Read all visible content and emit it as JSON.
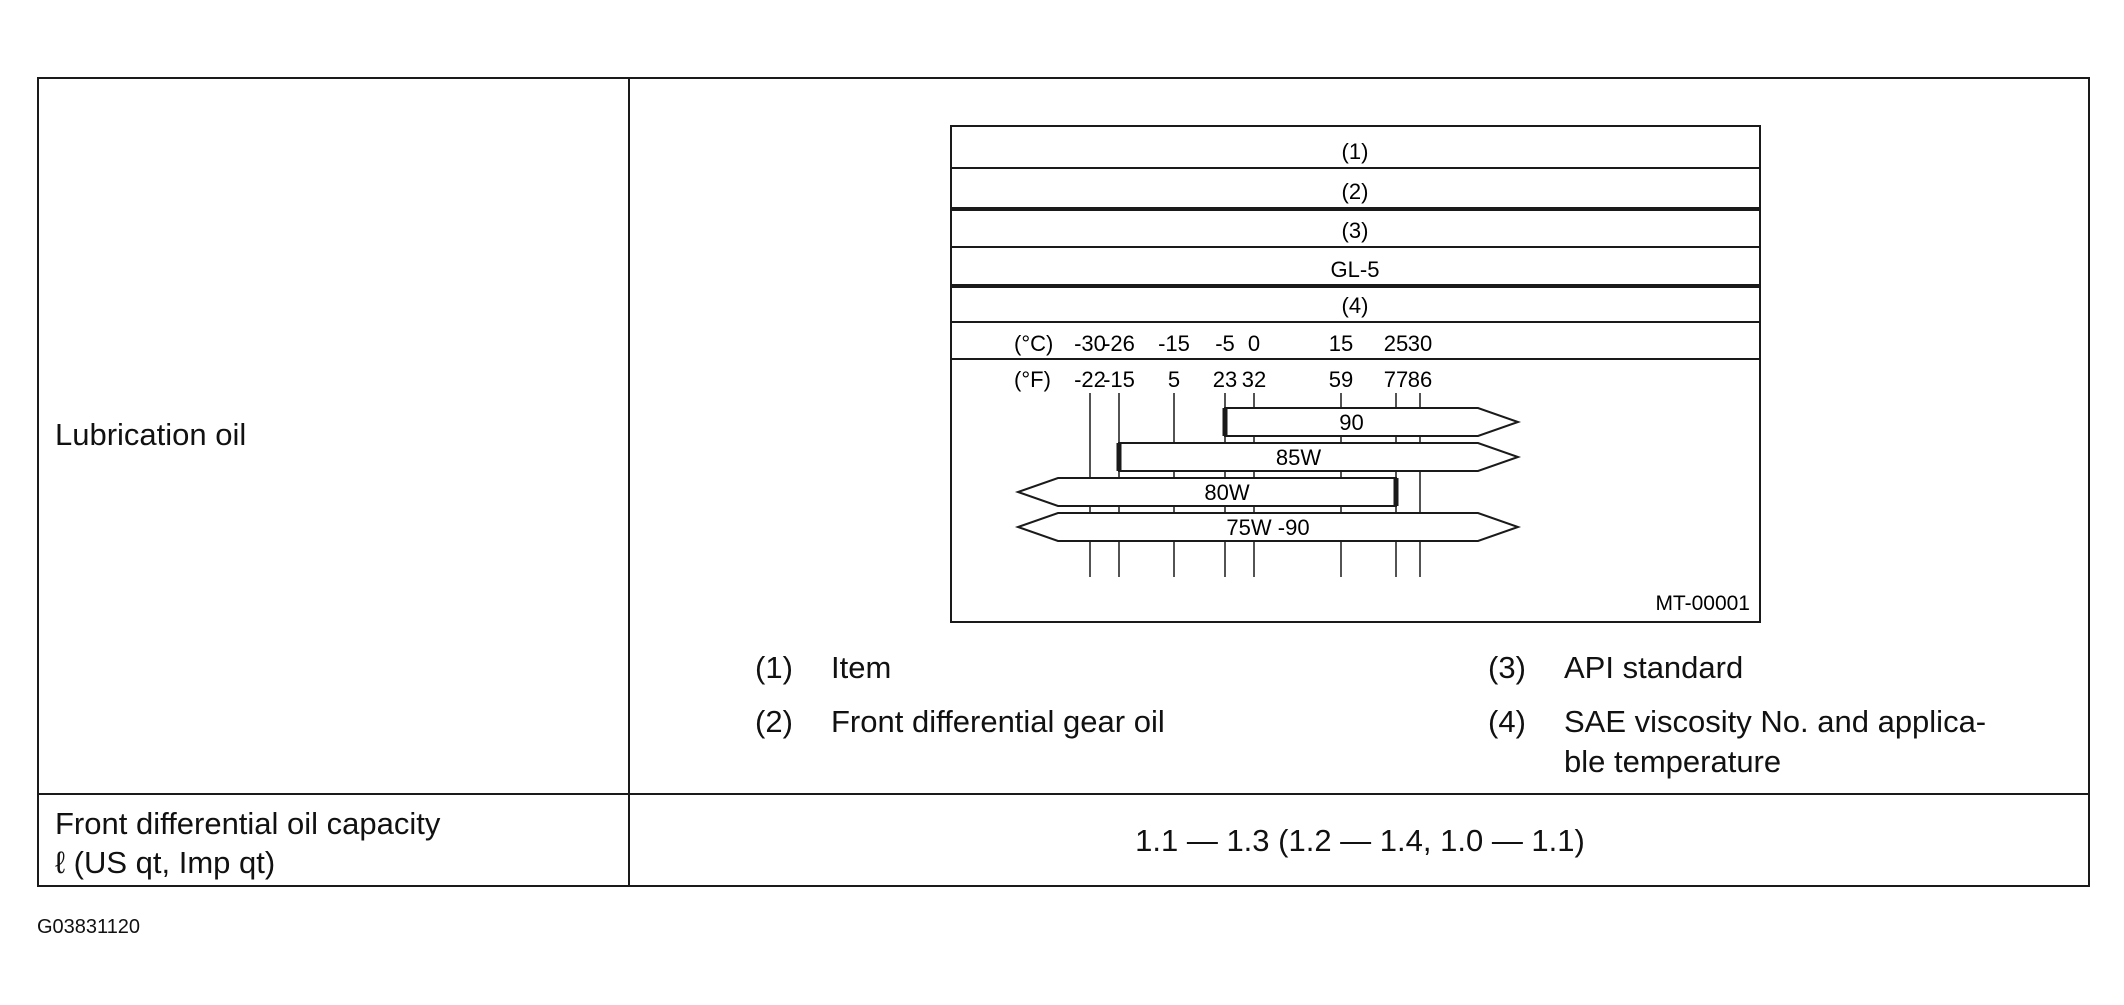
{
  "table": {
    "lubrication_label": "Lubrication oil",
    "capacity_label_line1": "Front differential oil capacity",
    "capacity_label_line2": "ℓ (US qt, Imp qt)",
    "capacity_value": "1.1 — 1.3 (1.2 — 1.4, 1.0 — 1.1)"
  },
  "chart": {
    "rows": {
      "item": "(1)",
      "gear_oil": "(2)",
      "api_label": "(3)",
      "api_value": "GL-5",
      "sae": "(4)"
    },
    "celsius_unit": "(°C)",
    "fahrenheit_unit": "(°F)",
    "celsius_ticks": [
      "-30",
      "-26",
      "-15",
      "-5",
      "0",
      "15",
      "25",
      "30"
    ],
    "fahrenheit_ticks": [
      "-22",
      "-15",
      "5",
      "23",
      "32",
      "59",
      "77",
      "86"
    ],
    "grades": [
      {
        "name": "90",
        "min_c": -5,
        "max_c": null
      },
      {
        "name": "85W",
        "min_c": -26,
        "max_c": null
      },
      {
        "name": "80W",
        "min_c": null,
        "max_c": 25
      },
      {
        "name": "75W -90",
        "min_c": null,
        "max_c": null
      }
    ],
    "figure_code": "MT-00001"
  },
  "legend": [
    {
      "num": "(1)",
      "text": "Item"
    },
    {
      "num": "(2)",
      "text": "Front differential gear oil"
    },
    {
      "num": "(3)",
      "text": "API standard"
    },
    {
      "num": "(4)",
      "line1": "SAE viscosity No. and applica-",
      "line2": "ble temperature"
    }
  ],
  "footer_code": "G03831120"
}
